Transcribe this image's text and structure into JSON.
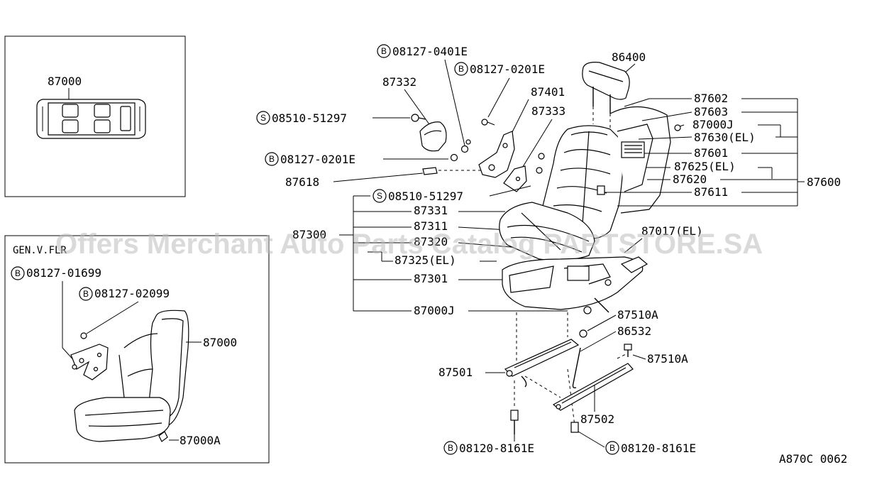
{
  "labels": {
    "inset1_part": "87000",
    "inset2_title": "GEN.V.FLR",
    "inset2_b1": "08127-01699",
    "inset2_b2": "08127-02099",
    "inset2_part": "87000",
    "inset2_part_a": "87000A",
    "b_0401e": "08127-0401E",
    "b_0201e_top": "08127-0201E",
    "p86400": "86400",
    "p87332": "87332",
    "p87401": "87401",
    "p87333": "87333",
    "s_51297_a": "08510-51297",
    "b_0201e_left": "08127-0201E",
    "p87618": "87618",
    "s_51297_b": "08510-51297",
    "p87331": "87331",
    "p87311": "87311",
    "p87300": "87300",
    "p87320": "87320",
    "p87325": "87325(EL)",
    "p87301": "87301",
    "p87000j_bottom": "87000J",
    "p87602": "87602",
    "p87603": "87603",
    "p87000j_right": "87000J",
    "p87630": "87630(EL)",
    "p87601": "87601",
    "p87625": "87625(EL)",
    "p87620": "87620",
    "p87611": "87611",
    "p87600": "87600",
    "p87017": "87017(EL)",
    "p87510a_1": "87510A",
    "p86532": "86532",
    "p87510a_2": "87510A",
    "p87501": "87501",
    "p87502": "87502",
    "b_8161e_l": "08120-8161E",
    "b_8161e_r": "08120-8161E",
    "drawing_code": "A870C 0062"
  },
  "symbols": {
    "bolt": "B",
    "screw": "S"
  },
  "watermark": "Offers Merchant Auto Parts Catalog PARTSTORE.SA"
}
